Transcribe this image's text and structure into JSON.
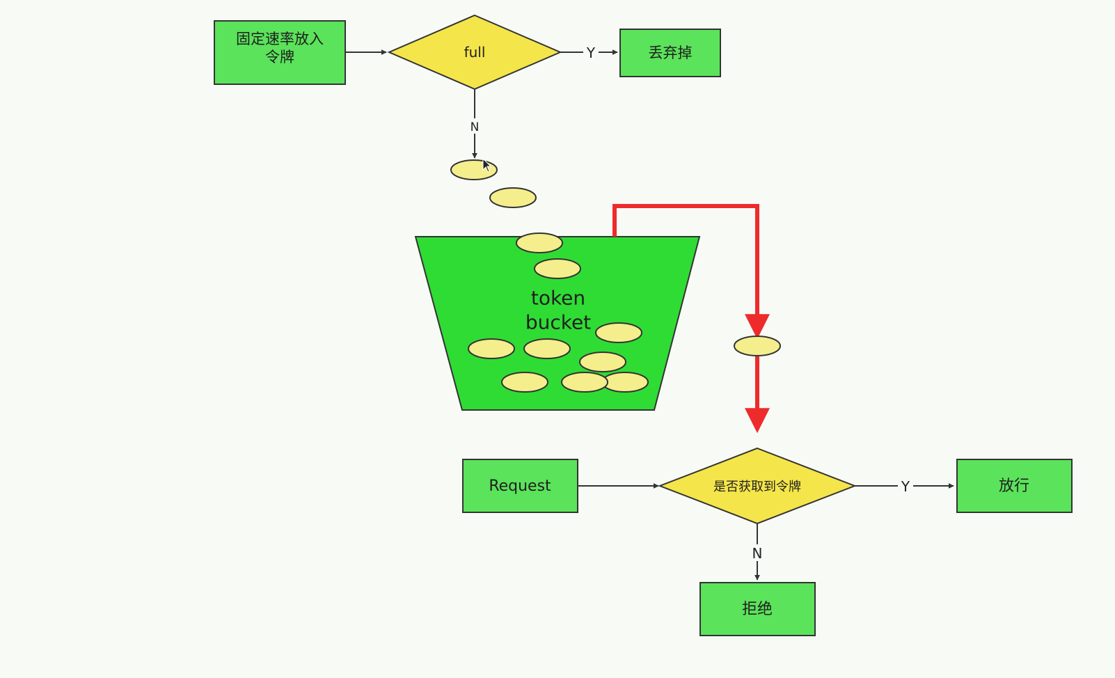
{
  "colors": {
    "box_fill": "#5be35b",
    "diamond_fill": "#f4e54a",
    "bucket_fill": "#2fdc34",
    "token_fill": "#f5ee8c",
    "stroke": "#333333",
    "highlight_arrow": "#ee2b2b"
  },
  "nodes": {
    "refill": "固定速率放入\n令牌",
    "full_check": "full",
    "discard": "丢弃掉",
    "bucket": "token\nbucket",
    "request": "Request",
    "token_check": "是否获取到令牌",
    "pass": "放行",
    "reject": "拒绝"
  },
  "edges": {
    "full_yes": "Y",
    "full_no": "N",
    "token_yes": "Y",
    "token_no": "N"
  }
}
